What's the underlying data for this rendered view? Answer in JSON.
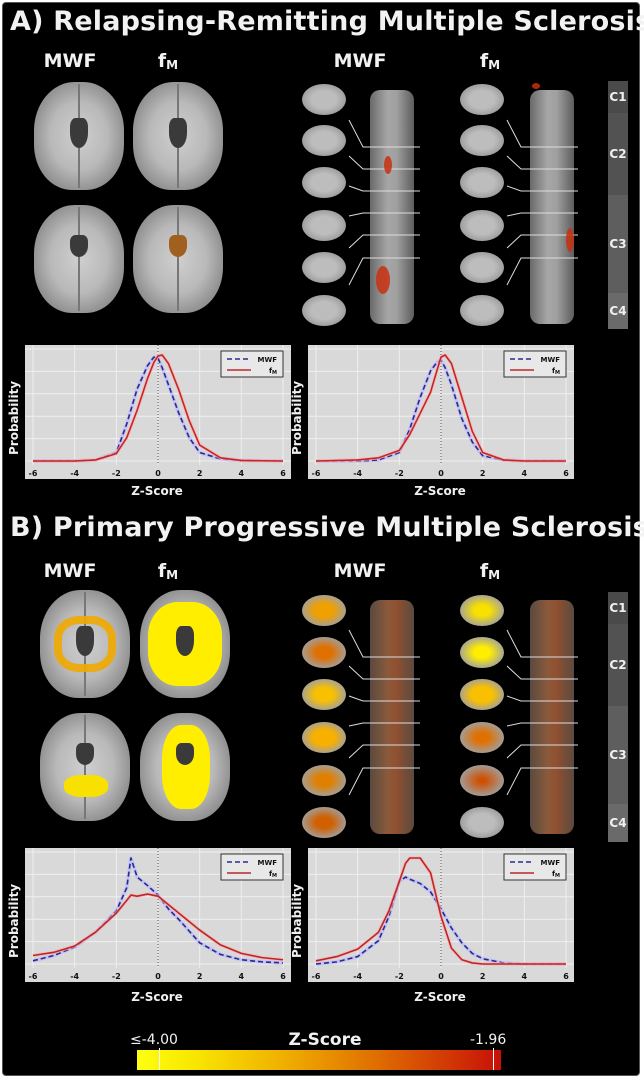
{
  "sections": [
    {
      "id": "A",
      "title": "A)  Relapsing-Remitting Multiple Sclerosis",
      "brain_labels": {
        "mwf": "MWF",
        "fm_main": "f",
        "fm_sub": "M"
      },
      "cord_labels": {
        "mwf": "MWF",
        "fm_main": "f",
        "fm_sub": "M"
      },
      "levels": [
        "C1",
        "C2",
        "C3",
        "C4"
      ]
    },
    {
      "id": "B",
      "title": "B)  Primary Progressive Multiple Sclerosis",
      "brain_labels": {
        "mwf": "MWF",
        "fm_main": "f",
        "fm_sub": "M"
      },
      "cord_labels": {
        "mwf": "MWF",
        "fm_main": "f",
        "fm_sub": "M"
      },
      "levels": [
        "C1",
        "C2",
        "C3",
        "C4"
      ]
    }
  ],
  "colorbar": {
    "title": "Z-Score",
    "min_label": "≤-4.00",
    "max_label": "-1.96",
    "colors": [
      "#ffff10",
      "#f0b000",
      "#e07000",
      "#c81008"
    ]
  },
  "chart_data": [
    {
      "type": "line",
      "panel": "A-brain",
      "title": "",
      "xlabel": "Z-Score",
      "ylabel": "Probability",
      "xlim": [
        -6,
        6
      ],
      "xticks": [
        -6,
        -4,
        -2,
        0,
        2,
        4,
        6
      ],
      "grid": true,
      "legend_position": "upper right",
      "x": [
        -6,
        -4,
        -3,
        -2,
        -1.5,
        -1,
        -0.5,
        -0.2,
        0,
        0.2,
        0.5,
        1,
        1.5,
        2,
        3,
        4,
        6
      ],
      "series": [
        {
          "name": "MWF",
          "style": "dashed",
          "color": "#2a2a8a",
          "values": [
            0.0,
            0.0,
            0.01,
            0.08,
            0.35,
            0.68,
            0.9,
            0.98,
            0.97,
            0.88,
            0.72,
            0.45,
            0.22,
            0.08,
            0.02,
            0.005,
            0.0
          ]
        },
        {
          "name": "fM",
          "style": "solid",
          "color": "#c0282a",
          "values": [
            0.0,
            0.0,
            0.01,
            0.07,
            0.22,
            0.48,
            0.78,
            0.93,
            0.99,
            1.0,
            0.92,
            0.67,
            0.38,
            0.15,
            0.03,
            0.005,
            0.0
          ]
        }
      ]
    },
    {
      "type": "line",
      "panel": "A-cord",
      "title": "",
      "xlabel": "Z-Score",
      "ylabel": "Probability",
      "xlim": [
        -6,
        6
      ],
      "xticks": [
        -6,
        -4,
        -2,
        0,
        2,
        4,
        6
      ],
      "grid": true,
      "legend_position": "upper right",
      "x": [
        -6,
        -4,
        -3,
        -2,
        -1.5,
        -1,
        -0.5,
        -0.2,
        0,
        0.2,
        0.5,
        1,
        1.5,
        2,
        3,
        4,
        6
      ],
      "series": [
        {
          "name": "MWF",
          "style": "dashed",
          "color": "#2a2a8a",
          "values": [
            0.0,
            0.0,
            0.01,
            0.08,
            0.3,
            0.6,
            0.85,
            0.93,
            0.95,
            0.88,
            0.72,
            0.4,
            0.18,
            0.05,
            0.01,
            0.0,
            0.0
          ]
        },
        {
          "name": "fM",
          "style": "solid",
          "color": "#c0282a",
          "values": [
            0.0,
            0.01,
            0.03,
            0.1,
            0.25,
            0.45,
            0.65,
            0.85,
            0.98,
            1.0,
            0.92,
            0.6,
            0.28,
            0.08,
            0.01,
            0.0,
            0.0
          ]
        }
      ]
    },
    {
      "type": "line",
      "panel": "B-brain",
      "title": "",
      "xlabel": "Z-Score",
      "ylabel": "Probability",
      "xlim": [
        -6,
        6
      ],
      "xticks": [
        -6,
        -4,
        -2,
        0,
        2,
        4,
        6
      ],
      "grid": true,
      "legend_position": "upper right",
      "x": [
        -6,
        -5,
        -4,
        -3,
        -2,
        -1.5,
        -1.3,
        -1,
        -0.5,
        0,
        0.5,
        1,
        2,
        3,
        4,
        5,
        6
      ],
      "series": [
        {
          "name": "MWF",
          "style": "dashed",
          "color": "#2a2a8a",
          "values": [
            0.03,
            0.08,
            0.16,
            0.3,
            0.5,
            0.72,
            1.0,
            0.82,
            0.74,
            0.65,
            0.52,
            0.42,
            0.2,
            0.09,
            0.04,
            0.02,
            0.01
          ]
        },
        {
          "name": "fM",
          "style": "solid",
          "color": "#b8282a",
          "values": [
            0.08,
            0.11,
            0.17,
            0.3,
            0.48,
            0.6,
            0.65,
            0.64,
            0.66,
            0.64,
            0.56,
            0.48,
            0.32,
            0.18,
            0.1,
            0.06,
            0.04
          ]
        }
      ]
    },
    {
      "type": "line",
      "panel": "B-cord",
      "title": "",
      "xlabel": "Z-Score",
      "ylabel": "Probability",
      "xlim": [
        -6,
        6
      ],
      "xticks": [
        -6,
        -4,
        -2,
        0,
        2,
        4,
        6
      ],
      "grid": true,
      "legend_position": "upper right",
      "x": [
        -6,
        -5,
        -4,
        -3,
        -2.5,
        -2,
        -1.7,
        -1.5,
        -1,
        -0.5,
        0,
        0.5,
        1,
        1.5,
        2,
        3,
        4,
        6
      ],
      "series": [
        {
          "name": "MWF",
          "style": "dashed",
          "color": "#2a2a8a",
          "values": [
            0.0,
            0.02,
            0.07,
            0.22,
            0.45,
            0.78,
            0.82,
            0.8,
            0.76,
            0.68,
            0.52,
            0.34,
            0.2,
            0.1,
            0.05,
            0.01,
            0.0,
            0.0
          ]
        },
        {
          "name": "fM",
          "style": "solid",
          "color": "#b8282a",
          "values": [
            0.03,
            0.07,
            0.14,
            0.3,
            0.5,
            0.78,
            0.95,
            1.0,
            1.0,
            0.86,
            0.45,
            0.15,
            0.04,
            0.01,
            0.0,
            0.0,
            0.0,
            0.0
          ]
        }
      ]
    }
  ]
}
